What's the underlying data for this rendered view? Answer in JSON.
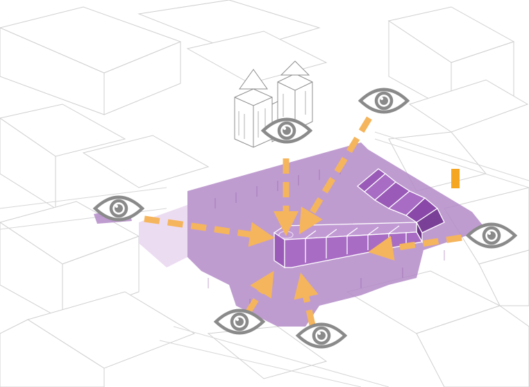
{
  "colors": {
    "plaza": "#b48bc8",
    "plaza_light": "#ecdcf2",
    "building": "#9a5ab8",
    "building_dark": "#7a3f96",
    "arrow": "#f5b55c",
    "eye": "#8a8a8a",
    "context_line": "#c9c9c9",
    "accent_box": "#f5a623"
  },
  "icons": {
    "viewpoint": "eye-icon",
    "direction": "dashed-arrow"
  },
  "viewpoints": [
    {
      "id": "north",
      "direction": "south"
    },
    {
      "id": "north-east",
      "direction": "south-west"
    },
    {
      "id": "west",
      "direction": "east"
    },
    {
      "id": "east",
      "direction": "west"
    },
    {
      "id": "south-west",
      "direction": "north-east"
    },
    {
      "id": "south",
      "direction": "north"
    }
  ]
}
